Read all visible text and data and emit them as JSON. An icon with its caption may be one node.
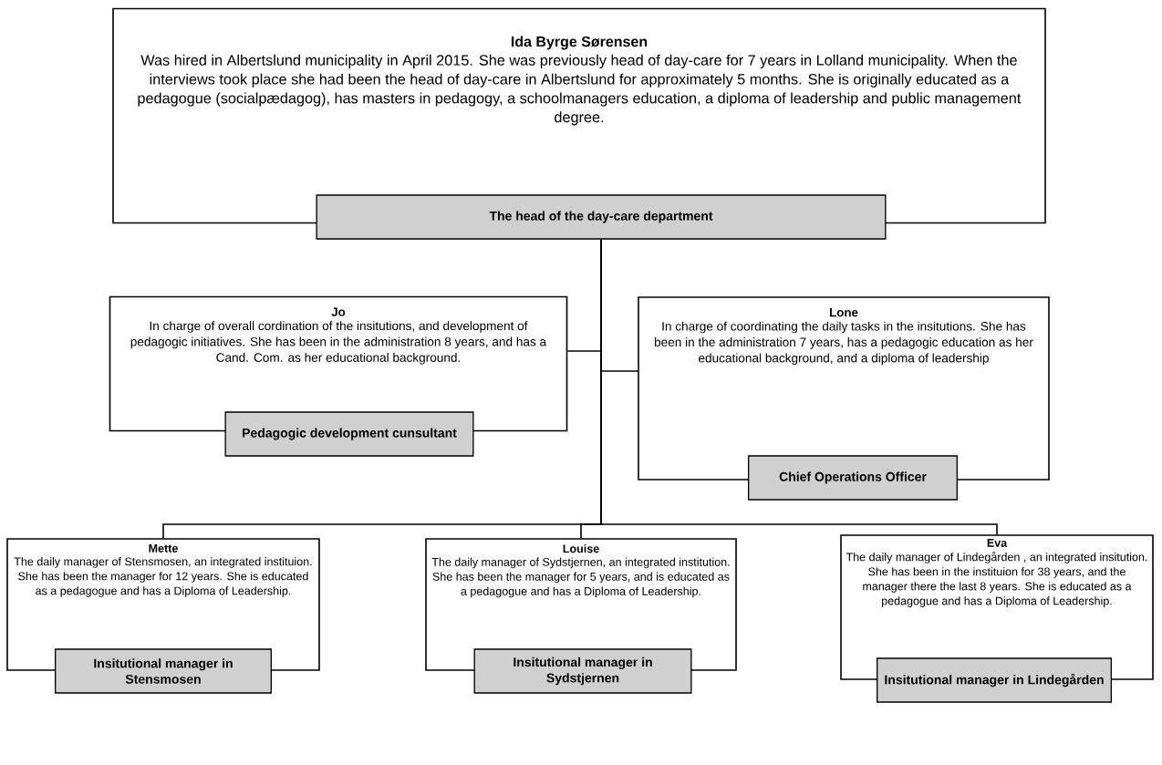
{
  "diagram": {
    "nodes": [
      {
        "text": [
          "Ida Byrge Sørensen",
          "Was hired in Albertslund municipality in April 2015. She was previously head of day-care for 7 years in Lolland municipality. When the interviews took place she had been the head of day-care in Albertslund for approximately 5 months. She is originally educated as a pedagogue (socialpædagog), has masters in pedagogy, a schoolmanagers education, a diploma of leadership and public management degree."
        ]
      },
      {
        "text": [
          "The head of the day-care department"
        ]
      },
      {
        "text": [
          "Jo",
          "In charge of overall cordination of the insitutions, and development of pedagogic initiatives. She has been in the administration 8 years, and has a Cand. Com. as her educational background."
        ]
      },
      {
        "text": [
          "Pedagogic development cunsultant"
        ]
      },
      {
        "text": [
          "Lone",
          "In charge of coordinating the daily tasks in the insitutions. She has been in the administration 7 years, has a pedagogic education as her educational background, and a diploma of leadership"
        ]
      },
      {
        "text": [
          "Chief Operations Officer"
        ]
      },
      {
        "text": [
          "Mette",
          "The daily manager of Stensmosen, an integrated instituion. She has been the manager for 12 years. She is educated as a pedagogue and has a Diploma of Leadership."
        ]
      },
      {
        "text": [
          "Insitutional manager in Stensmosen"
        ]
      },
      {
        "text": [
          "Louise",
          "The daily manager of Sydstjernen, an integrated institution. She has been the manager for 5 years, and is educated as a pedagogue and has a Diploma of Leadership."
        ]
      },
      {
        "text": [
          "Insitutional manager in Sydstjernen"
        ]
      },
      {
        "text": [
          "Eva",
          "The daily manager of Lindegården , an integrated insitution. She has been in the instituion for 38 years, and the manager there the last 8 years. She is educated as a pedagogue and has a Diploma of Leadership."
        ]
      },
      {
        "text": [
          "Insitutional manager in Lindegården"
        ]
      }
    ],
    "edges": [
      {
        "from": 1,
        "to": 2,
        "arrow": "none"
      },
      {
        "from": 1,
        "to": 4,
        "arrow": "none"
      },
      {
        "from": 1,
        "to": 6,
        "arrow": "none"
      },
      {
        "from": 1,
        "to": 8,
        "arrow": "none"
      },
      {
        "from": 1,
        "to": 10,
        "arrow": "none"
      }
    ]
  }
}
